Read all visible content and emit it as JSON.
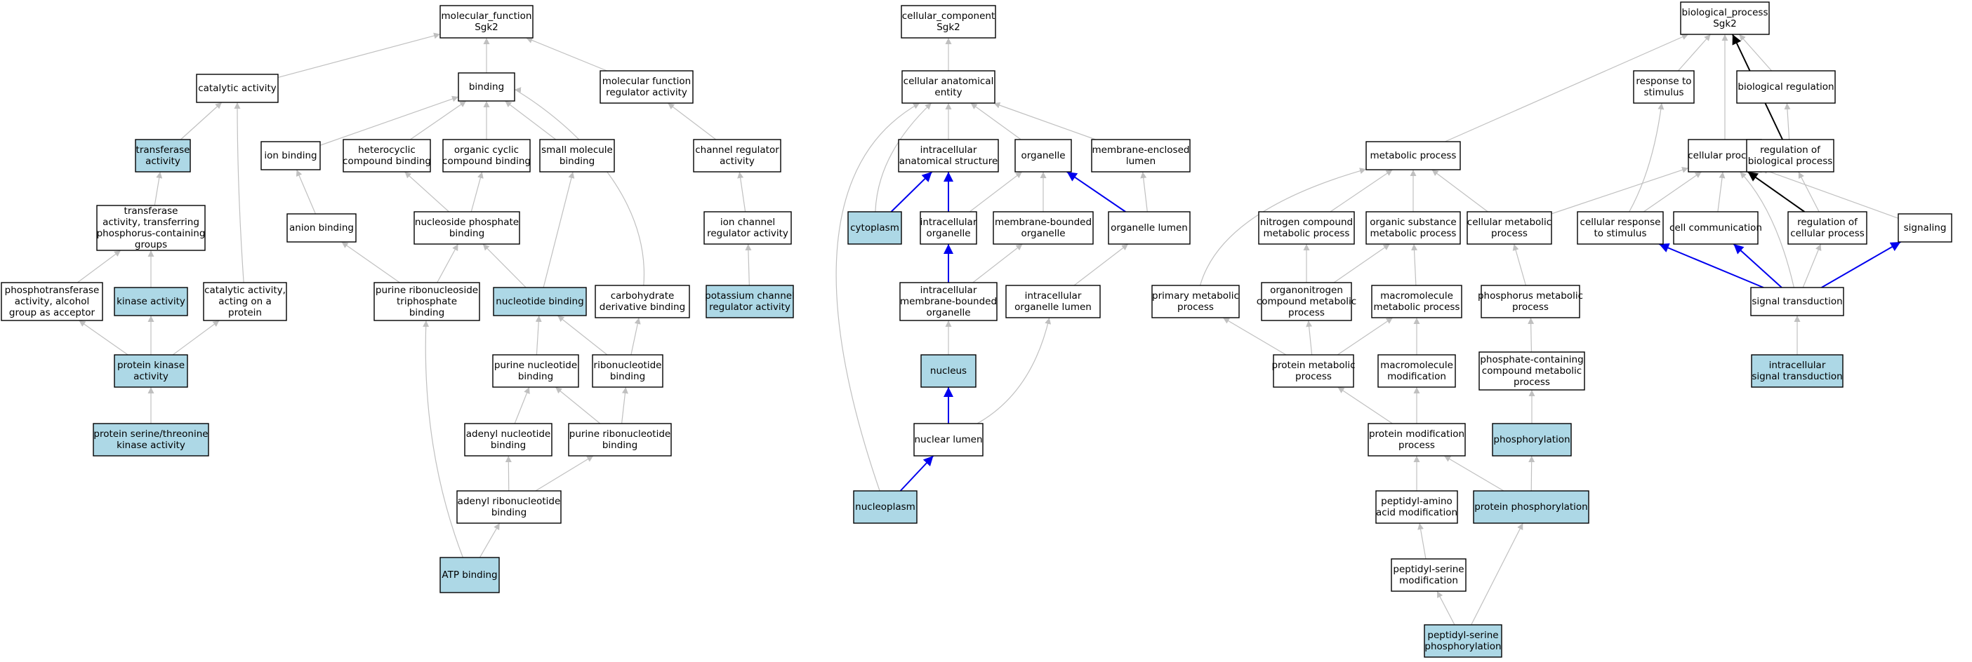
{
  "colors": {
    "term_fill": "#ffffff",
    "annotated_fill": "#add8e6",
    "edge_is_a": "#c0c0c0",
    "edge_part_of": "#0000ee",
    "edge_regulates": "#000000"
  },
  "nodes": [
    {
      "id": "mf",
      "lines": [
        "molecular_function",
        "Sgk2"
      ],
      "annotated": false
    },
    {
      "id": "catalytic",
      "lines": [
        "catalytic activity"
      ],
      "annotated": false
    },
    {
      "id": "transferase",
      "lines": [
        "transferase",
        "activity"
      ],
      "annotated": true
    },
    {
      "id": "transf_phos",
      "lines": [
        "transferase",
        "activity, transferring",
        "phosphorus-containing",
        "groups"
      ],
      "annotated": false
    },
    {
      "id": "phosphotransferase",
      "lines": [
        "phosphotransferase",
        "activity, alcohol",
        "group as acceptor"
      ],
      "annotated": false
    },
    {
      "id": "kinase",
      "lines": [
        "kinase activity"
      ],
      "annotated": true
    },
    {
      "id": "cat_protein",
      "lines": [
        "catalytic activity,",
        "acting on a",
        "protein"
      ],
      "annotated": false
    },
    {
      "id": "protein_kinase",
      "lines": [
        "protein kinase",
        "activity"
      ],
      "annotated": true
    },
    {
      "id": "ser_thr_kinase",
      "lines": [
        "protein serine/threonine",
        "kinase activity"
      ],
      "annotated": true
    },
    {
      "id": "binding",
      "lines": [
        "binding"
      ],
      "annotated": false
    },
    {
      "id": "ion_binding",
      "lines": [
        "ion binding"
      ],
      "annotated": false
    },
    {
      "id": "heterocyclic",
      "lines": [
        "heterocyclic",
        "compound binding"
      ],
      "annotated": false
    },
    {
      "id": "organic_cyclic",
      "lines": [
        "organic cyclic",
        "compound binding"
      ],
      "annotated": false
    },
    {
      "id": "small_molecule",
      "lines": [
        "small molecule",
        "binding"
      ],
      "annotated": false
    },
    {
      "id": "anion_binding",
      "lines": [
        "anion binding"
      ],
      "annotated": false
    },
    {
      "id": "nucleoside_phosphate",
      "lines": [
        "nucleoside phosphate",
        "binding"
      ],
      "annotated": false
    },
    {
      "id": "purine_ribonucleoside_tp",
      "lines": [
        "purine ribonucleoside",
        "triphosphate",
        "binding"
      ],
      "annotated": false
    },
    {
      "id": "nucleotide_binding",
      "lines": [
        "nucleotide binding"
      ],
      "annotated": true
    },
    {
      "id": "carbohydrate_deriv",
      "lines": [
        "carbohydrate",
        "derivative binding"
      ],
      "annotated": false
    },
    {
      "id": "purine_nucleotide",
      "lines": [
        "purine nucleotide",
        "binding"
      ],
      "annotated": false
    },
    {
      "id": "ribonucleotide",
      "lines": [
        "ribonucleotide",
        "binding"
      ],
      "annotated": false
    },
    {
      "id": "adenyl_nucleotide",
      "lines": [
        "adenyl nucleotide",
        "binding"
      ],
      "annotated": false
    },
    {
      "id": "purine_ribonucleotide",
      "lines": [
        "purine ribonucleotide",
        "binding"
      ],
      "annotated": false
    },
    {
      "id": "adenyl_ribonucleotide",
      "lines": [
        "adenyl ribonucleotide",
        "binding"
      ],
      "annotated": false
    },
    {
      "id": "atp_binding",
      "lines": [
        "ATP binding"
      ],
      "annotated": true
    },
    {
      "id": "mf_regulator",
      "lines": [
        "molecular function",
        "regulator activity"
      ],
      "annotated": false
    },
    {
      "id": "channel_regulator",
      "lines": [
        "channel regulator",
        "activity"
      ],
      "annotated": false
    },
    {
      "id": "ion_channel_regulator",
      "lines": [
        "ion channel",
        "regulator activity"
      ],
      "annotated": false
    },
    {
      "id": "potassium_channel_regulator",
      "lines": [
        "potassium channel",
        "regulator activity"
      ],
      "annotated": true
    },
    {
      "id": "cc",
      "lines": [
        "cellular_component",
        "Sgk2"
      ],
      "annotated": false
    },
    {
      "id": "cellular_anatomical",
      "lines": [
        "cellular anatomical",
        "entity"
      ],
      "annotated": false
    },
    {
      "id": "intracellular_anat",
      "lines": [
        "intracellular",
        "anatomical structure"
      ],
      "annotated": false
    },
    {
      "id": "organelle",
      "lines": [
        "organelle"
      ],
      "annotated": false
    },
    {
      "id": "membrane_enclosed_lumen",
      "lines": [
        "membrane-enclosed",
        "lumen"
      ],
      "annotated": false
    },
    {
      "id": "cytoplasm",
      "lines": [
        "cytoplasm"
      ],
      "annotated": true
    },
    {
      "id": "intracellular_organelle",
      "lines": [
        "intracellular",
        "organelle"
      ],
      "annotated": false
    },
    {
      "id": "membrane_bounded_organelle",
      "lines": [
        "membrane-bounded",
        "organelle"
      ],
      "annotated": false
    },
    {
      "id": "organelle_lumen",
      "lines": [
        "organelle lumen"
      ],
      "annotated": false
    },
    {
      "id": "intra_membrane_bounded",
      "lines": [
        "intracellular",
        "membrane-bounded",
        "organelle"
      ],
      "annotated": false
    },
    {
      "id": "intra_organelle_lumen",
      "lines": [
        "intracellular",
        "organelle lumen"
      ],
      "annotated": false
    },
    {
      "id": "nucleus",
      "lines": [
        "nucleus"
      ],
      "annotated": true
    },
    {
      "id": "nuclear_lumen",
      "lines": [
        "nuclear lumen"
      ],
      "annotated": false
    },
    {
      "id": "nucleoplasm",
      "lines": [
        "nucleoplasm"
      ],
      "annotated": true
    },
    {
      "id": "bp",
      "lines": [
        "biological_process",
        "Sgk2"
      ],
      "annotated": false
    },
    {
      "id": "response_stimulus",
      "lines": [
        "response to",
        "stimulus"
      ],
      "annotated": false
    },
    {
      "id": "biological_regulation",
      "lines": [
        "biological regulation"
      ],
      "annotated": false
    },
    {
      "id": "metabolic_process",
      "lines": [
        "metabolic process"
      ],
      "annotated": false
    },
    {
      "id": "cellular_process",
      "lines": [
        "cellular process"
      ],
      "annotated": false
    },
    {
      "id": "regulation_bp",
      "lines": [
        "regulation of",
        "biological process"
      ],
      "annotated": false
    },
    {
      "id": "nitrogen_compound",
      "lines": [
        "nitrogen compound",
        "metabolic process"
      ],
      "annotated": false
    },
    {
      "id": "organic_substance",
      "lines": [
        "organic substance",
        "metabolic process"
      ],
      "annotated": false
    },
    {
      "id": "cellular_metabolic",
      "lines": [
        "cellular metabolic",
        "process"
      ],
      "annotated": false
    },
    {
      "id": "cellular_response",
      "lines": [
        "cellular response",
        "to stimulus"
      ],
      "annotated": false
    },
    {
      "id": "cell_communication",
      "lines": [
        "cell communication"
      ],
      "annotated": false
    },
    {
      "id": "regulation_cp",
      "lines": [
        "regulation of",
        "cellular process"
      ],
      "annotated": false
    },
    {
      "id": "signaling",
      "lines": [
        "signaling"
      ],
      "annotated": false
    },
    {
      "id": "primary_metabolic",
      "lines": [
        "primary metabolic",
        "process"
      ],
      "annotated": false
    },
    {
      "id": "organonitrogen",
      "lines": [
        "organonitrogen",
        "compound metabolic",
        "process"
      ],
      "annotated": false
    },
    {
      "id": "macromolecule_metabolic",
      "lines": [
        "macromolecule",
        "metabolic process"
      ],
      "annotated": false
    },
    {
      "id": "phosphorus_metabolic",
      "lines": [
        "phosphorus metabolic",
        "process"
      ],
      "annotated": false
    },
    {
      "id": "signal_transduction",
      "lines": [
        "signal transduction"
      ],
      "annotated": false
    },
    {
      "id": "protein_metabolic",
      "lines": [
        "protein metabolic",
        "process"
      ],
      "annotated": false
    },
    {
      "id": "macromolecule_modification",
      "lines": [
        "macromolecule",
        "modification"
      ],
      "annotated": false
    },
    {
      "id": "phosphate_containing",
      "lines": [
        "phosphate-containing",
        "compound metabolic",
        "process"
      ],
      "annotated": false
    },
    {
      "id": "intracellular_signal",
      "lines": [
        "intracellular",
        "signal transduction"
      ],
      "annotated": true
    },
    {
      "id": "protein_modification",
      "lines": [
        "protein modification",
        "process"
      ],
      "annotated": false
    },
    {
      "id": "phosphorylation",
      "lines": [
        "phosphorylation"
      ],
      "annotated": true
    },
    {
      "id": "peptidyl_amino",
      "lines": [
        "peptidyl-amino",
        "acid modification"
      ],
      "annotated": false
    },
    {
      "id": "protein_phosphorylation",
      "lines": [
        "protein phosphorylation"
      ],
      "annotated": true
    },
    {
      "id": "peptidyl_serine_mod",
      "lines": [
        "peptidyl-serine",
        "modification"
      ],
      "annotated": false
    },
    {
      "id": "peptidyl_serine_phos",
      "lines": [
        "peptidyl-serine",
        "phosphorylation"
      ],
      "annotated": true
    }
  ],
  "edges": [
    {
      "from": "catalytic",
      "to": "mf",
      "type": "is_a"
    },
    {
      "from": "binding",
      "to": "mf",
      "type": "is_a"
    },
    {
      "from": "mf_regulator",
      "to": "mf",
      "type": "is_a"
    },
    {
      "from": "transferase",
      "to": "catalytic",
      "type": "is_a"
    },
    {
      "from": "cat_protein",
      "to": "catalytic",
      "type": "is_a"
    },
    {
      "from": "transf_phos",
      "to": "transferase",
      "type": "is_a"
    },
    {
      "from": "phosphotransferase",
      "to": "transf_phos",
      "type": "is_a"
    },
    {
      "from": "kinase",
      "to": "transf_phos",
      "type": "is_a"
    },
    {
      "from": "protein_kinase",
      "to": "phosphotransferase",
      "type": "is_a"
    },
    {
      "from": "protein_kinase",
      "to": "kinase",
      "type": "is_a"
    },
    {
      "from": "protein_kinase",
      "to": "cat_protein",
      "type": "is_a"
    },
    {
      "from": "ser_thr_kinase",
      "to": "protein_kinase",
      "type": "is_a"
    },
    {
      "from": "ion_binding",
      "to": "binding",
      "type": "is_a"
    },
    {
      "from": "heterocyclic",
      "to": "binding",
      "type": "is_a"
    },
    {
      "from": "organic_cyclic",
      "to": "binding",
      "type": "is_a"
    },
    {
      "from": "small_molecule",
      "to": "binding",
      "type": "is_a"
    },
    {
      "from": "carbohydrate_deriv",
      "to": "binding",
      "type": "is_a"
    },
    {
      "from": "anion_binding",
      "to": "ion_binding",
      "type": "is_a"
    },
    {
      "from": "nucleoside_phosphate",
      "to": "heterocyclic",
      "type": "is_a"
    },
    {
      "from": "nucleoside_phosphate",
      "to": "organic_cyclic",
      "type": "is_a"
    },
    {
      "from": "purine_ribonucleoside_tp",
      "to": "anion_binding",
      "type": "is_a"
    },
    {
      "from": "purine_ribonucleoside_tp",
      "to": "nucleoside_phosphate",
      "type": "is_a"
    },
    {
      "from": "nucleotide_binding",
      "to": "nucleoside_phosphate",
      "type": "is_a"
    },
    {
      "from": "nucleotide_binding",
      "to": "small_molecule",
      "type": "is_a"
    },
    {
      "from": "purine_nucleotide",
      "to": "nucleotide_binding",
      "type": "is_a"
    },
    {
      "from": "ribonucleotide",
      "to": "nucleotide_binding",
      "type": "is_a"
    },
    {
      "from": "ribonucleotide",
      "to": "carbohydrate_deriv",
      "type": "is_a"
    },
    {
      "from": "adenyl_nucleotide",
      "to": "purine_nucleotide",
      "type": "is_a"
    },
    {
      "from": "purine_ribonucleotide",
      "to": "purine_nucleotide",
      "type": "is_a"
    },
    {
      "from": "purine_ribonucleotide",
      "to": "ribonucleotide",
      "type": "is_a"
    },
    {
      "from": "adenyl_ribonucleotide",
      "to": "adenyl_nucleotide",
      "type": "is_a"
    },
    {
      "from": "adenyl_ribonucleotide",
      "to": "purine_ribonucleotide",
      "type": "is_a"
    },
    {
      "from": "atp_binding",
      "to": "purine_ribonucleoside_tp",
      "type": "is_a"
    },
    {
      "from": "atp_binding",
      "to": "adenyl_ribonucleotide",
      "type": "is_a"
    },
    {
      "from": "channel_regulator",
      "to": "mf_regulator",
      "type": "is_a"
    },
    {
      "from": "ion_channel_regulator",
      "to": "channel_regulator",
      "type": "is_a"
    },
    {
      "from": "potassium_channel_regulator",
      "to": "ion_channel_regulator",
      "type": "is_a"
    },
    {
      "from": "cellular_anatomical",
      "to": "cc",
      "type": "is_a"
    },
    {
      "from": "intracellular_anat",
      "to": "cellular_anatomical",
      "type": "is_a"
    },
    {
      "from": "organelle",
      "to": "cellular_anatomical",
      "type": "is_a"
    },
    {
      "from": "membrane_enclosed_lumen",
      "to": "cellular_anatomical",
      "type": "is_a"
    },
    {
      "from": "cytoplasm",
      "to": "cellular_anatomical",
      "type": "is_a"
    },
    {
      "from": "nucleoplasm",
      "to": "cellular_anatomical",
      "type": "is_a"
    },
    {
      "from": "cytoplasm",
      "to": "intracellular_anat",
      "type": "part_of"
    },
    {
      "from": "intracellular_organelle",
      "to": "intracellular_anat",
      "type": "part_of"
    },
    {
      "from": "intracellular_organelle",
      "to": "organelle",
      "type": "is_a"
    },
    {
      "from": "membrane_bounded_organelle",
      "to": "organelle",
      "type": "is_a"
    },
    {
      "from": "organelle_lumen",
      "to": "organelle",
      "type": "part_of"
    },
    {
      "from": "organelle_lumen",
      "to": "membrane_enclosed_lumen",
      "type": "is_a"
    },
    {
      "from": "intra_membrane_bounded",
      "to": "intracellular_organelle",
      "type": "part_of"
    },
    {
      "from": "intra_membrane_bounded",
      "to": "membrane_bounded_organelle",
      "type": "is_a"
    },
    {
      "from": "intra_organelle_lumen",
      "to": "organelle_lumen",
      "type": "is_a"
    },
    {
      "from": "nucleus",
      "to": "intra_membrane_bounded",
      "type": "is_a"
    },
    {
      "from": "nuclear_lumen",
      "to": "nucleus",
      "type": "part_of"
    },
    {
      "from": "nuclear_lumen",
      "to": "intra_organelle_lumen",
      "type": "is_a"
    },
    {
      "from": "nucleoplasm",
      "to": "nuclear_lumen",
      "type": "part_of"
    },
    {
      "from": "metabolic_process",
      "to": "bp",
      "type": "is_a"
    },
    {
      "from": "response_stimulus",
      "to": "bp",
      "type": "is_a"
    },
    {
      "from": "cellular_process",
      "to": "bp",
      "type": "is_a"
    },
    {
      "from": "biological_regulation",
      "to": "bp",
      "type": "is_a"
    },
    {
      "from": "regulation_bp",
      "to": "bp",
      "type": "regulates"
    },
    {
      "from": "regulation_bp",
      "to": "biological_regulation",
      "type": "is_a"
    },
    {
      "from": "nitrogen_compound",
      "to": "metabolic_process",
      "type": "is_a"
    },
    {
      "from": "organic_substance",
      "to": "metabolic_process",
      "type": "is_a"
    },
    {
      "from": "cellular_metabolic",
      "to": "metabolic_process",
      "type": "is_a"
    },
    {
      "from": "primary_metabolic",
      "to": "metabolic_process",
      "type": "is_a"
    },
    {
      "from": "cellular_metabolic",
      "to": "cellular_process",
      "type": "is_a"
    },
    {
      "from": "cellular_response",
      "to": "cellular_process",
      "type": "is_a"
    },
    {
      "from": "cellular_response",
      "to": "response_stimulus",
      "type": "is_a"
    },
    {
      "from": "cell_communication",
      "to": "cellular_process",
      "type": "is_a"
    },
    {
      "from": "regulation_cp",
      "to": "cellular_process",
      "type": "regulates"
    },
    {
      "from": "regulation_cp",
      "to": "regulation_bp",
      "type": "is_a"
    },
    {
      "from": "signaling",
      "to": "cellular_process",
      "type": "is_a"
    },
    {
      "from": "organonitrogen",
      "to": "nitrogen_compound",
      "type": "is_a"
    },
    {
      "from": "organonitrogen",
      "to": "organic_substance",
      "type": "is_a"
    },
    {
      "from": "macromolecule_metabolic",
      "to": "organic_substance",
      "type": "is_a"
    },
    {
      "from": "phosphorus_metabolic",
      "to": "cellular_metabolic",
      "type": "is_a"
    },
    {
      "from": "protein_metabolic",
      "to": "primary_metabolic",
      "type": "is_a"
    },
    {
      "from": "protein_metabolic",
      "to": "organonitrogen",
      "type": "is_a"
    },
    {
      "from": "protein_metabolic",
      "to": "macromolecule_metabolic",
      "type": "is_a"
    },
    {
      "from": "macromolecule_modification",
      "to": "macromolecule_metabolic",
      "type": "is_a"
    },
    {
      "from": "phosphate_containing",
      "to": "phosphorus_metabolic",
      "type": "is_a"
    },
    {
      "from": "signal_transduction",
      "to": "cellular_process",
      "type": "is_a"
    },
    {
      "from": "signal_transduction",
      "to": "cellular_response",
      "type": "part_of"
    },
    {
      "from": "signal_transduction",
      "to": "cell_communication",
      "type": "part_of"
    },
    {
      "from": "signal_transduction",
      "to": "regulation_cp",
      "type": "is_a"
    },
    {
      "from": "signal_transduction",
      "to": "signaling",
      "type": "part_of"
    },
    {
      "from": "intracellular_signal",
      "to": "signal_transduction",
      "type": "is_a"
    },
    {
      "from": "protein_modification",
      "to": "protein_metabolic",
      "type": "is_a"
    },
    {
      "from": "protein_modification",
      "to": "macromolecule_modification",
      "type": "is_a"
    },
    {
      "from": "phosphorylation",
      "to": "phosphate_containing",
      "type": "is_a"
    },
    {
      "from": "peptidyl_amino",
      "to": "protein_modification",
      "type": "is_a"
    },
    {
      "from": "protein_phosphorylation",
      "to": "protein_modification",
      "type": "is_a"
    },
    {
      "from": "protein_phosphorylation",
      "to": "phosphorylation",
      "type": "is_a"
    },
    {
      "from": "peptidyl_serine_mod",
      "to": "peptidyl_amino",
      "type": "is_a"
    },
    {
      "from": "peptidyl_serine_phos",
      "to": "peptidyl_serine_mod",
      "type": "is_a"
    },
    {
      "from": "peptidyl_serine_phos",
      "to": "protein_phosphorylation",
      "type": "is_a"
    }
  ]
}
